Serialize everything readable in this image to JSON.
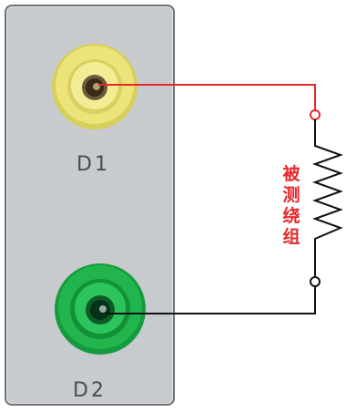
{
  "terminals": {
    "d1": {
      "label": "D1",
      "color": "#e8e070"
    },
    "d2": {
      "label": "D2",
      "color": "#22b04a"
    }
  },
  "winding": {
    "label_chars": [
      "被",
      "测",
      "绕",
      "组"
    ],
    "wire_top_color": "#e8262a",
    "wire_bottom_color": "#111111"
  },
  "icons": {
    "d1": "banana-socket-yellow-icon",
    "d2": "banana-socket-green-icon",
    "coil": "inductor-zigzag-icon"
  }
}
